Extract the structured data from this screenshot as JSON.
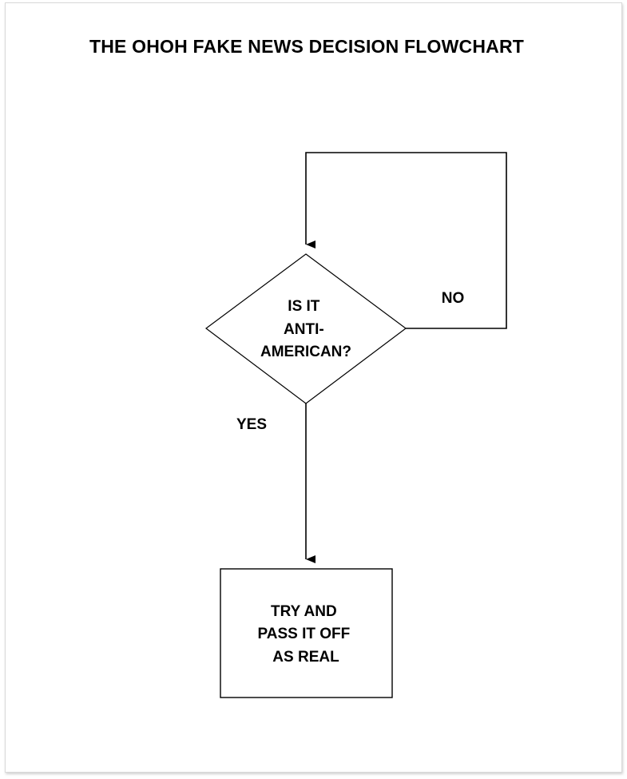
{
  "title": "THE OHOH FAKE NEWS DECISION FLOWCHART",
  "decision": {
    "lines": [
      "IS IT",
      "ANTI-",
      "AMERICAN?"
    ]
  },
  "branches": {
    "no_label": "NO",
    "yes_label": "YES"
  },
  "outcome": {
    "lines": [
      "TRY AND",
      "PASS IT OFF",
      "AS REAL"
    ]
  }
}
